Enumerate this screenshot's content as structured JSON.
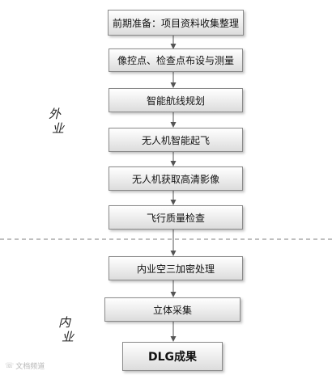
{
  "diagram": {
    "steps": [
      "前期准备：项目资料收集整理",
      "像控点、检查点布设与测量",
      "智能航线规划",
      "无人机智能起飞",
      "无人机获取高清影像",
      "飞行质量检查",
      "内业空三加密处理",
      "立体采集",
      "DLG成果"
    ],
    "labels": {
      "field": [
        "外",
        "业"
      ],
      "office": [
        "内",
        "业"
      ]
    }
  },
  "watermark": {
    "icon": "phone-logo-icon",
    "text": "文档频道"
  }
}
